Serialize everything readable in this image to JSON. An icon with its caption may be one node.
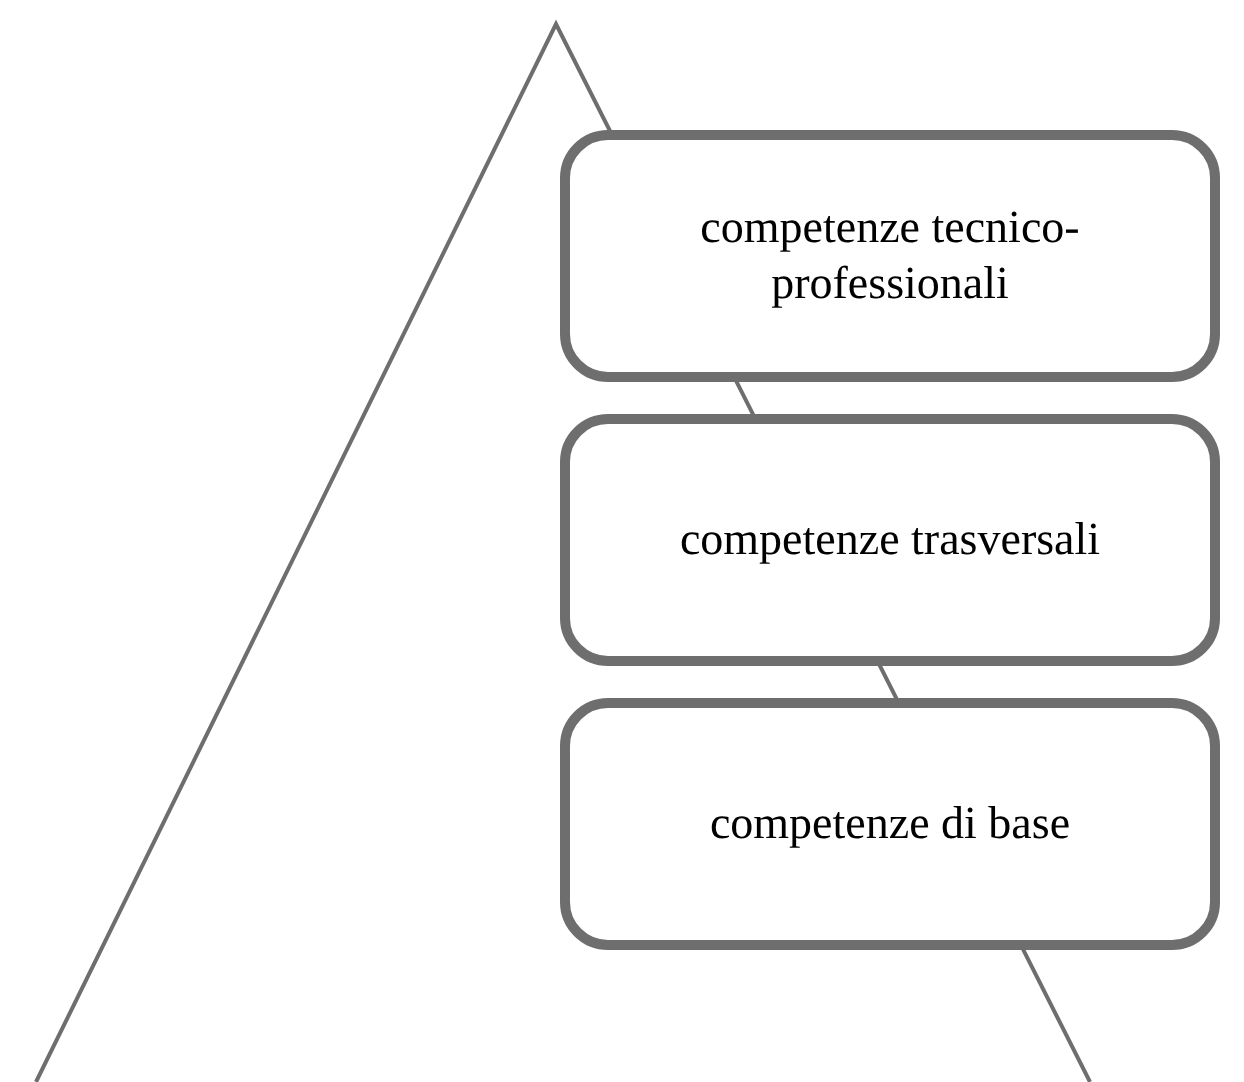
{
  "diagram": {
    "nodes": [
      {
        "text": [
          "competenze tecnico-professionali"
        ]
      },
      {
        "text": [
          "competenze trasversali"
        ]
      },
      {
        "text": [
          "competenze di base"
        ]
      }
    ]
  }
}
